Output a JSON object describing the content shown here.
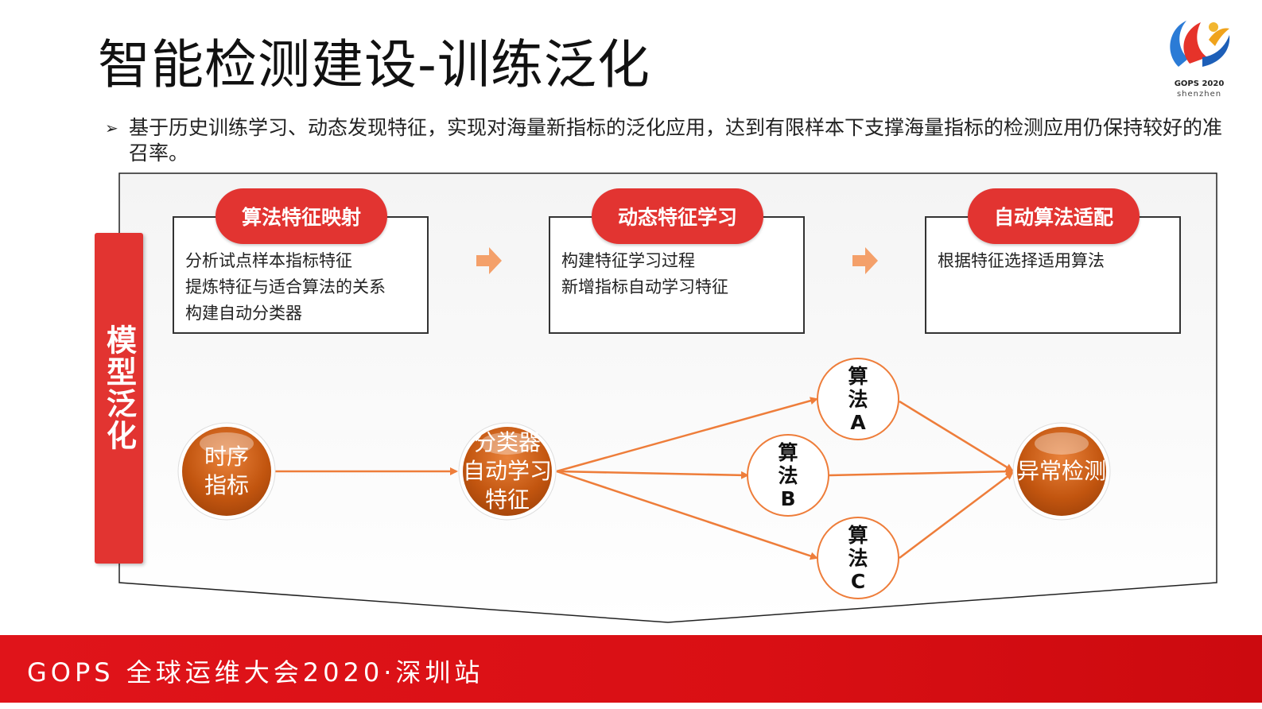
{
  "slide": {
    "title": "智能检测建设-训练泛化",
    "bullet": "基于历史训练学习、动态发现特征，实现对海量新指标的泛化应用，达到有限样本下支撑海量指标的检测应用仍保持较好的准召率。",
    "bullet_mark": "➢",
    "side_label": "模型泛化",
    "logo": {
      "line1": "GOPS 2020",
      "line2": "shenzhen"
    },
    "footer": "GOPS 全球运维大会2020·深圳站"
  },
  "steps": [
    {
      "title": "算法特征映射",
      "lines": [
        "分析试点样本指标特征",
        "提炼特征与适合算法的关系",
        "构建自动分类器"
      ]
    },
    {
      "title": "动态特征学习",
      "lines": [
        "构建特征学习过程",
        "新增指标自动学习特征"
      ]
    },
    {
      "title": "自动算法适配",
      "lines": [
        "根据特征选择适用算法"
      ]
    }
  ],
  "flow": {
    "source": {
      "line1": "时序",
      "line2": "指标"
    },
    "classifier": {
      "line1": "分类器",
      "line2": "自动学习",
      "line3": "特征"
    },
    "algorithms": [
      {
        "line1": "算",
        "line2": "法",
        "line3": "A"
      },
      {
        "line1": "算",
        "line2": "法",
        "line3": "B"
      },
      {
        "line1": "算",
        "line2": "法",
        "line3": "C"
      }
    ],
    "target": {
      "label": "异常检测"
    }
  },
  "colors": {
    "accent_red": "#e23431",
    "flow_orange": "#ee7d3a",
    "node_brown": "#c2550f",
    "footer_red": "#d90f14"
  }
}
